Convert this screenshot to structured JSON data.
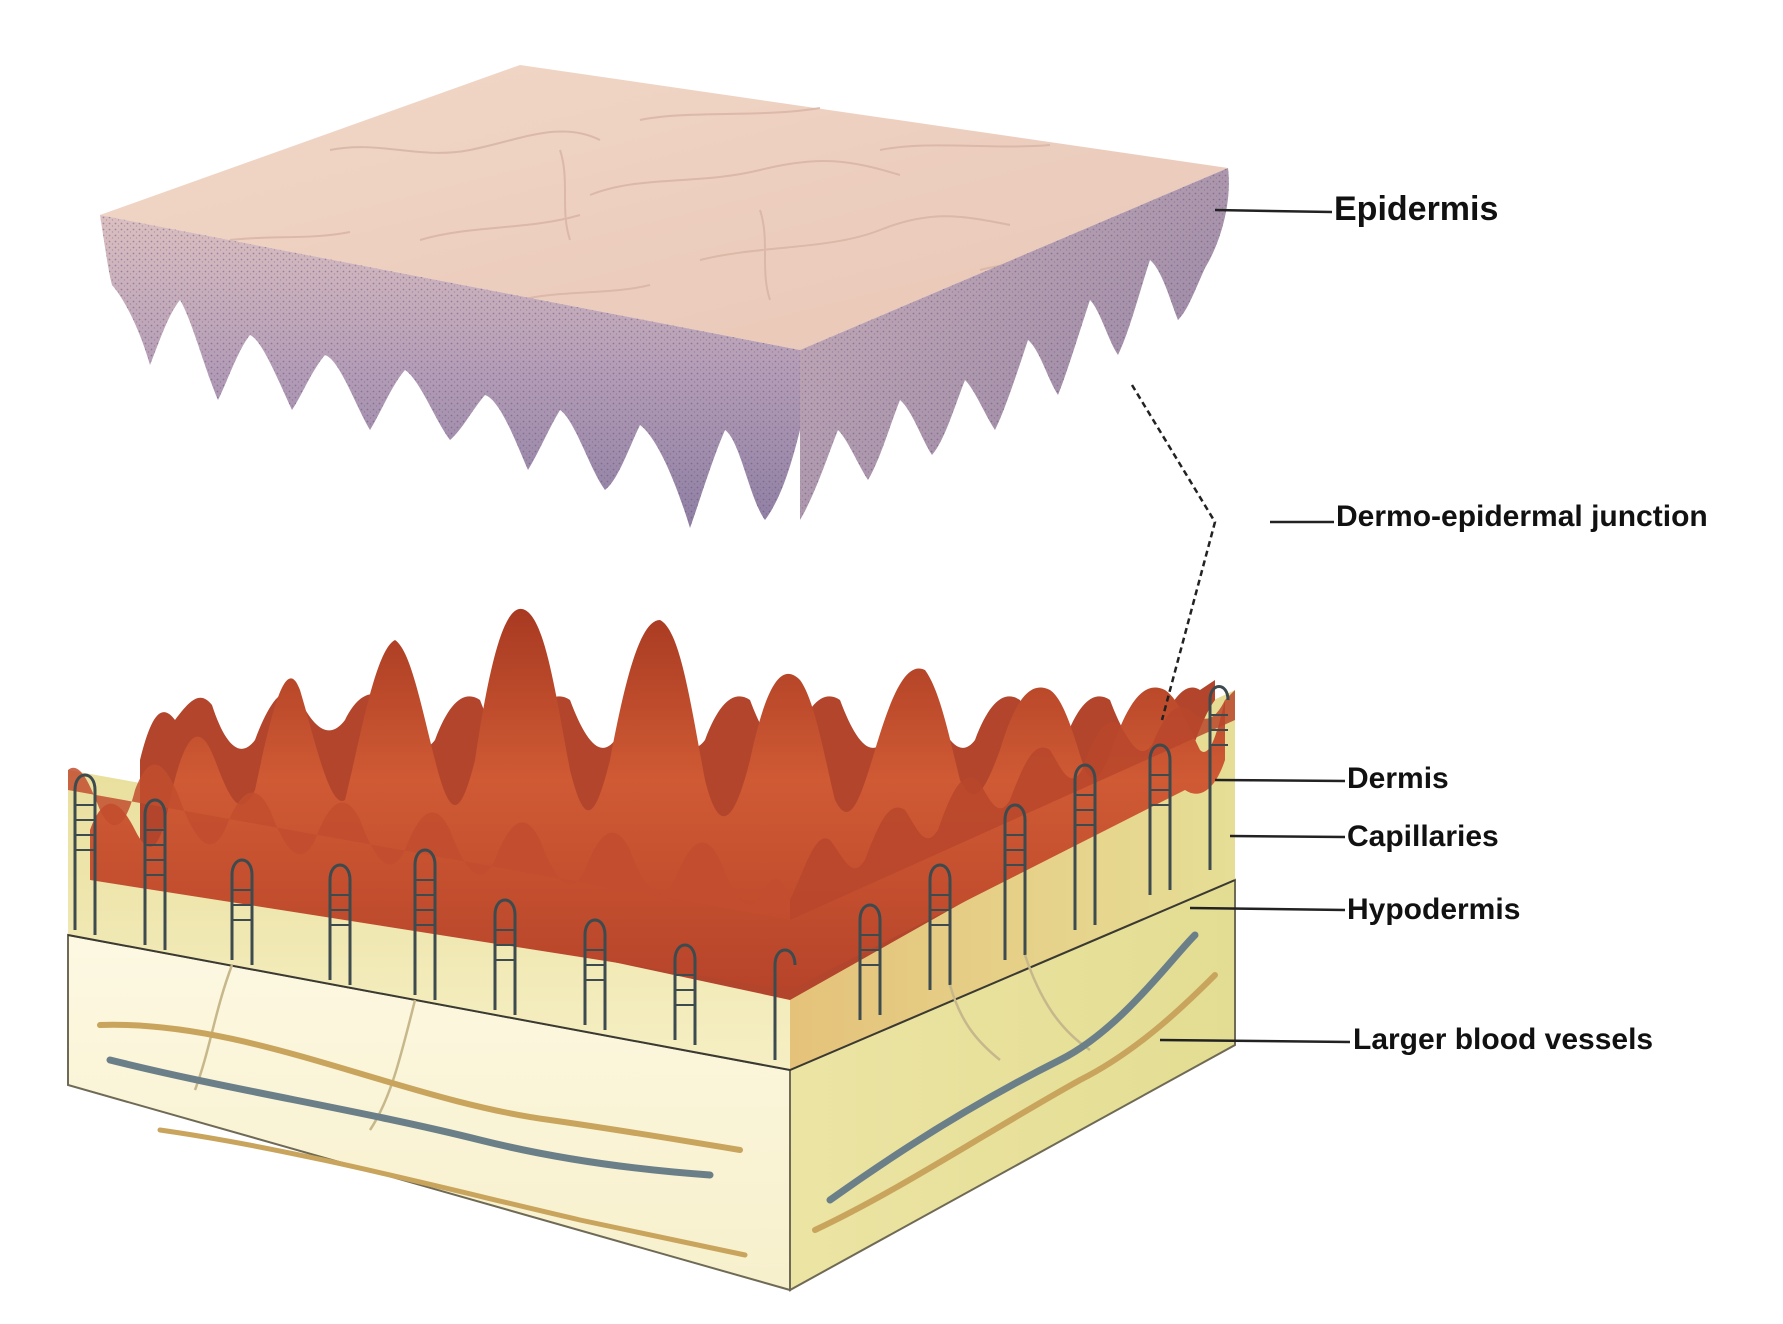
{
  "labels": {
    "epidermis": "Epidermis",
    "dermo_epidermal_junction": "Dermo-epidermal junction",
    "dermis": "Dermis",
    "capillaries": "Capillaries",
    "hypodermis": "Hypodermis",
    "larger_blood_vessels": "Larger blood vessels"
  },
  "colors": {
    "epidermis_top": "#efd3c3",
    "epidermis_side": "#b8a0b8",
    "epidermis_stipple": "#6e5c86",
    "dermis_ridge": "#c9452a",
    "dermis_ridge_dark": "#9e2f1c",
    "dermis_body": "#efe7b0",
    "hypodermis_front": "#fbf6dc",
    "hypodermis_side": "#e4df9a",
    "capillary": "#3d4a4e",
    "vessel_blue": "#6b7f88",
    "vessel_tan": "#c9a45c",
    "leader_line": "#222222"
  }
}
